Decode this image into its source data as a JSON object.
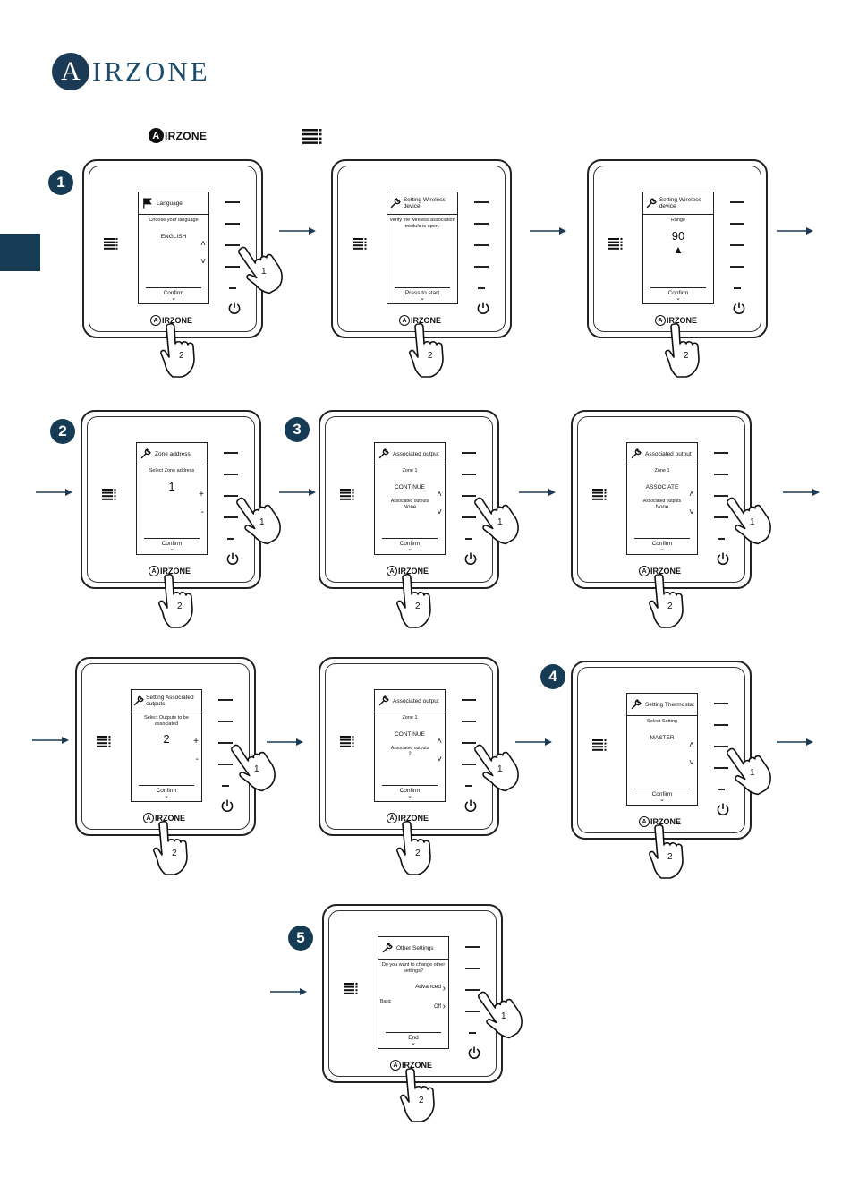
{
  "brand": {
    "main_logo_letter": "A",
    "main_logo_text": "IRZONE",
    "small_logo_letter": "A",
    "small_logo_text": "IRZONE"
  },
  "colors": {
    "accent": "#163c55",
    "ink": "#111111"
  },
  "steps": [
    "1",
    "2",
    "3",
    "4",
    "5"
  ],
  "hand_labels": {
    "side": "1",
    "bottom": "2"
  },
  "devices": [
    {
      "icon": "flag-icon",
      "title": "Language",
      "body": "Choose your language",
      "center": "ENGLISH",
      "center_type": "text",
      "foot": "Confirm",
      "controls": "updown"
    },
    {
      "icon": "wrench-icon",
      "title": "Setting Wireless device",
      "body": "Verify the wireless association module is open.",
      "center": "",
      "center_type": "text",
      "foot": "Press to start",
      "controls": "none"
    },
    {
      "icon": "wrench-icon",
      "title": "Setting Wireless device",
      "body": "Range",
      "center": "90",
      "center_type": "big",
      "foot": "Confirm",
      "controls": "wifi"
    },
    {
      "icon": "wrench-icon",
      "title": "Zone address",
      "body": "Select Zone address",
      "center": "1",
      "center_type": "big",
      "foot": "Confirm",
      "controls": "plusminus"
    },
    {
      "icon": "wrench-icon",
      "title": "Associated output",
      "body": "Zone 1",
      "center": "CONTINUE",
      "center_type": "text",
      "sub_label": "Associated outputs",
      "sub_value": "None",
      "foot": "Confirm",
      "controls": "updown"
    },
    {
      "icon": "wrench-icon",
      "title": "Associated output",
      "body": "Zone 1",
      "center": "ASSOCIATE",
      "center_type": "text",
      "sub_label": "Associated outputs",
      "sub_value": "None",
      "foot": "Confirm",
      "controls": "updown"
    },
    {
      "icon": "wrench-icon",
      "title": "Setting Associated outputs",
      "body": "Select Outputs to be associated",
      "center": "2",
      "center_type": "big",
      "foot": "Confirm",
      "controls": "plusminus"
    },
    {
      "icon": "wrench-icon",
      "title": "Associated output",
      "body": "Zone 1",
      "center": "CONTINUE",
      "center_type": "text",
      "sub_label": "Associated outputs",
      "sub_value": "2",
      "foot": "Confirm",
      "controls": "updown"
    },
    {
      "icon": "wrench-icon",
      "title": "Setting Thermostat",
      "body": "Select Setting",
      "center": "MASTER",
      "center_type": "text",
      "foot": "Confirm",
      "controls": "updown"
    },
    {
      "icon": "wrench-icon",
      "title": "Other Settings",
      "body": "Do you want to change other settings?",
      "center": "Advanced",
      "center_type": "text",
      "sub_label": "Basic",
      "sub_value": "Off",
      "foot": "End",
      "controls": "other"
    }
  ]
}
